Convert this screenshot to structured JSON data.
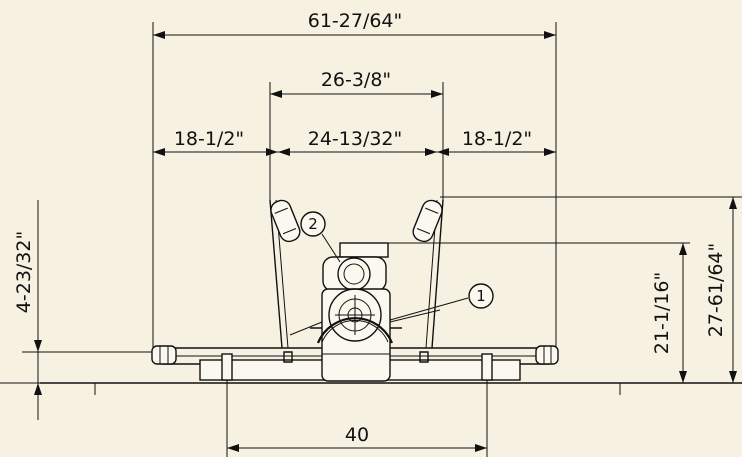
{
  "background_color": "#f7f1e2",
  "line_color": "#111111",
  "dimensions": {
    "overall_width": "61-27/64\"",
    "inner_span": "26-3/8\"",
    "left_offset": "18-1/2\"",
    "center_span": "24-13/32\"",
    "right_offset": "18-1/2\"",
    "left_vertical": "4-23/32\"",
    "right_inner_height": "21-1/16\"",
    "right_overall_height": "27-61/64\"",
    "base_width": "40"
  },
  "callouts": [
    "1",
    "2"
  ]
}
